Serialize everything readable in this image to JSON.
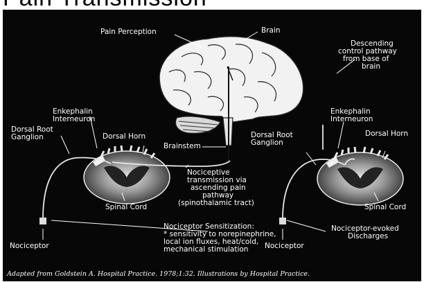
{
  "title": "Pain Transmission",
  "labels": {
    "pain_perception": "Pain Perception",
    "brain": "Brain",
    "descending": [
      "Descending",
      "control pathway",
      "from base of",
      "brain"
    ],
    "enkephalin_left": [
      "Enkephalin",
      "Interneuron"
    ],
    "enkephalin_right": [
      "Enkephalin",
      "Interneuron"
    ],
    "drg_left": [
      "Dorsal Root",
      "Ganglion"
    ],
    "drg_right": [
      "Dorsal Root",
      "Ganglion"
    ],
    "dorsal_horn_left": "Dorsal Horn",
    "dorsal_horn_right": "Dorsal Horn",
    "brainstem": "Brainstem",
    "nociceptive": [
      "Nociceptive",
      "transmission via",
      "ascending pain",
      "pathway",
      "(spinothalamic tract)"
    ],
    "spinal_cord_left": "Spinal Cord",
    "spinal_cord_right": "Spinal Cord",
    "sensitization": [
      "Nociceptor Sensitization:",
      "* sensitivity to norepinephrine,",
      "local ion fluxes, heat/cold,",
      "mechanical stimulation"
    ],
    "evoked": [
      "Nociceptor-evoked",
      "Discharges"
    ],
    "nociceptor_left": "Nociceptor",
    "nociceptor_right": "Nociceptor"
  },
  "caption": "Adapted from Goldstein A. Hospital Practice. 1978;1:32. Illustrations by Hospital Practice."
}
